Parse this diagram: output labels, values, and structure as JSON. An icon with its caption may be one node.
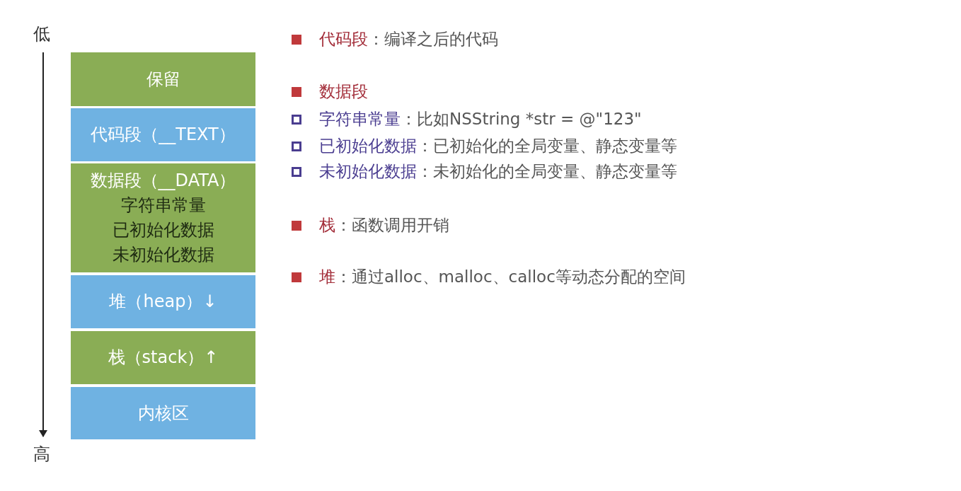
{
  "diagram": {
    "nodes": [
      {
        "text": [
          "保留"
        ]
      },
      {
        "text": [
          "代码段（__TEXT）"
        ]
      },
      {
        "text": [
          "数据段（__DATA）",
          "字符串常量",
          "已初始化数据",
          "未初始化数据"
        ]
      },
      {
        "text": [
          "堆（heap）↓"
        ]
      },
      {
        "text": [
          "栈（stack）↑"
        ]
      },
      {
        "text": [
          "内核区"
        ]
      }
    ],
    "edges": [],
    "labels": [
      "低",
      "高",
      "代码段",
      "：编译之后的代码",
      "数据段",
      "字符串常量",
      "：比如NSString *str = @\"123\"",
      "已初始化数据",
      "：已初始化的全局变量、静态变量等",
      "未初始化数据",
      "：未初始化的全局变量、静态变量等",
      "栈",
      "：函数调用开销",
      "堆",
      "：通过alloc、malloc、calloc等动态分配的空间"
    ]
  }
}
